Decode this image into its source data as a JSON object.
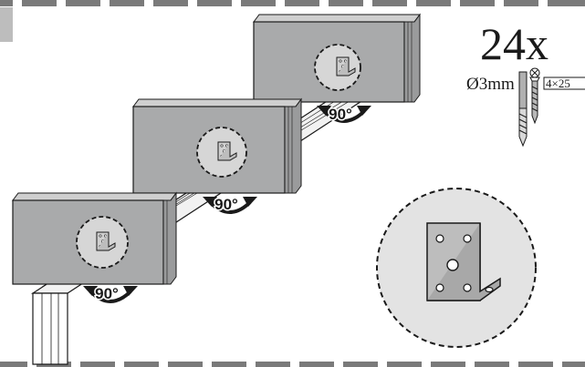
{
  "quantity": "24x",
  "drill": {
    "diameter": "Ø3mm"
  },
  "screw": {
    "size": "4×25"
  },
  "angles": [
    "90°",
    "90°",
    "90°"
  ],
  "icons": {
    "drill_bit": "drill-bit-icon",
    "screw": "screw-icon",
    "bracket": "angle-bracket-icon",
    "rotation": "rotation-arrow-icon"
  },
  "colors": {
    "board": "#a9aaab",
    "bracket": "#bdbdbd",
    "circle_fill": "#e3e3e3",
    "stripe": "#7a7a7a",
    "outline": "#1a1a1a"
  }
}
